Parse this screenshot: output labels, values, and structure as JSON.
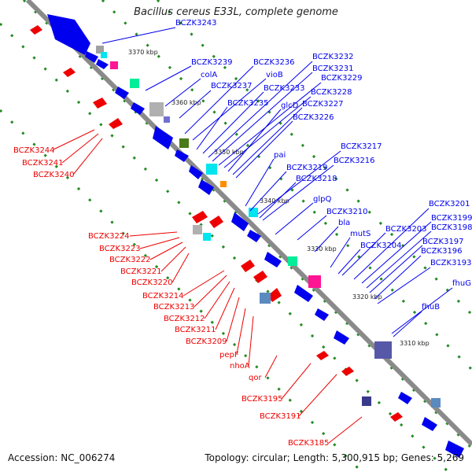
{
  "title": "Bacillus cereus E33L, complete genome",
  "accession": "Accession: NC_006274",
  "topology": "Topology: circular; Length: 5,300,915 bp; Genes: 5,269",
  "colors": {
    "backbone": "#8a8a8a",
    "forward_gene": "#0000ee",
    "reverse_gene": "#ee0000",
    "tick": "#228b22",
    "scale_label": "#222222"
  },
  "scale_marks": [
    "3370 kbp",
    "3360 kbp",
    "3350 kbp",
    "3340 kbp",
    "3330 kbp",
    "3320 kbp",
    "3310 kbp"
  ],
  "labels_forward": [
    "BCZK3243",
    "BCZK3239",
    "colA",
    "BCZK3237",
    "BCZK3236",
    "vioB",
    "BCZK3235",
    "BCZK3233",
    "BCZK3232",
    "BCZK3231",
    "BCZK3229",
    "BCZK3228",
    "glcD",
    "BCZK3227",
    "BCZK3226",
    "pai",
    "BCZK3217",
    "BCZK3216",
    "BCZK3219",
    "BCZK3218",
    "glpQ",
    "BCZK3210",
    "bla",
    "mutS",
    "BCZK3204",
    "BCZK3203",
    "BCZK3201",
    "BCZK3199",
    "BCZK3198",
    "BCZK3197",
    "BCZK3196",
    "BCZK3193",
    "fhuG",
    "fhuB"
  ],
  "labels_reverse": [
    "BCZK3244",
    "BCZK3241",
    "BCZK3240",
    "BCZK3224",
    "BCZK3223",
    "BCZK3222",
    "BCZK3221",
    "BCZK3220",
    "BCZK3214",
    "BCZK3213",
    "BCZK3212",
    "BCZK3211",
    "BCZK3209",
    "pepF",
    "nhoA",
    "qor",
    "BCZK3195",
    "BCZK3191",
    "BCZK3185"
  ]
}
